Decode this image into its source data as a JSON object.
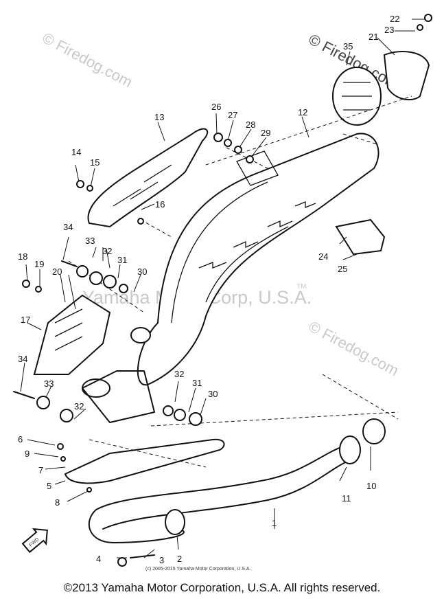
{
  "watermarks": {
    "firedog": "© Firedog.com",
    "trademark": "Yamaha Motor Corp, U.S.A.",
    "tm": "TM"
  },
  "diagram": {
    "inline_copyright": "(c) 2005-2015 Yamaha Motor Corporation, U.S.A.",
    "fwd_label": "FWD",
    "callouts": {
      "c1": "1",
      "c2": "2",
      "c3": "3",
      "c4": "4",
      "c5": "5",
      "c6": "6",
      "c7": "7",
      "c8": "8",
      "c9": "9",
      "c10": "10",
      "c11": "11",
      "c12": "12",
      "c13": "13",
      "c14": "14",
      "c15": "15",
      "c16": "16",
      "c17": "17",
      "c18": "18",
      "c19": "19",
      "c20": "20",
      "c21": "21",
      "c22": "22",
      "c23": "23",
      "c24": "24",
      "c25": "25",
      "c26": "26",
      "c27": "27",
      "c28": "28",
      "c29": "29",
      "c30a": "30",
      "c30b": "30",
      "c31a": "31",
      "c31b": "31",
      "c32a": "32",
      "c32b": "32",
      "c32c": "32",
      "c33a": "33",
      "c33b": "33",
      "c34a": "34",
      "c34b": "34",
      "c35": "35"
    }
  },
  "footer": {
    "copyright": "©2013 Yamaha Motor Corporation, U.S.A. All rights reserved."
  }
}
